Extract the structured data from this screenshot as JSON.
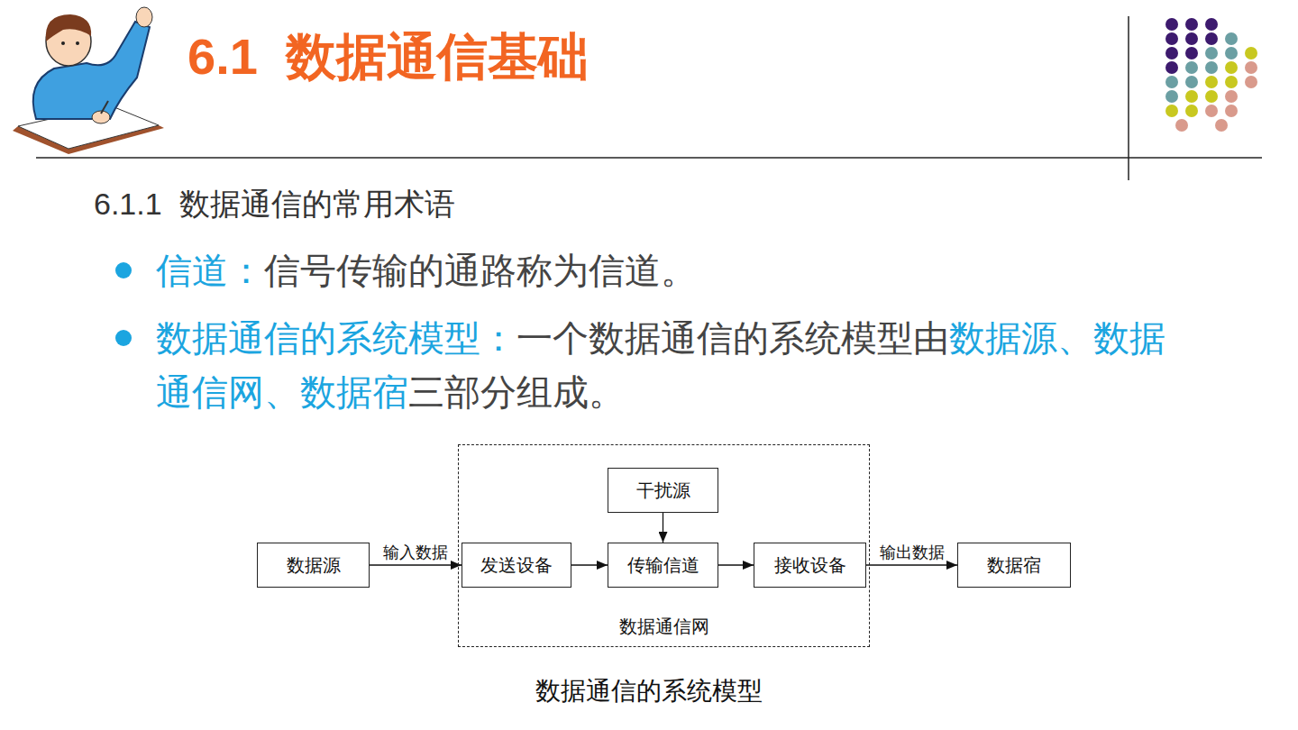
{
  "diagram": {
    "title": "6.1  数据通信基础",
    "caption": "数据通信的系统模型",
    "nodes": [
      {
        "text": [
          "数据源"
        ]
      },
      {
        "text": [
          "数据通信网"
        ]
      },
      {
        "text": [
          "干扰源"
        ],
        "in": 1
      },
      {
        "text": [
          "发送设备"
        ],
        "in": 1
      },
      {
        "text": [
          "传输信道"
        ],
        "in": 1
      },
      {
        "text": [
          "接收设备"
        ],
        "in": 1
      },
      {
        "text": [
          "数据宿"
        ]
      }
    ],
    "edges": [
      {
        "from": 0,
        "to": 3,
        "label": "输入数据",
        "arrow": "to"
      },
      {
        "from": 3,
        "to": 4,
        "arrow": "to"
      },
      {
        "from": 2,
        "to": 4,
        "arrow": "to"
      },
      {
        "from": 4,
        "to": 5,
        "arrow": "to"
      },
      {
        "from": 5,
        "to": 6,
        "label": "输出数据",
        "arrow": "to"
      }
    ],
    "labels": [
      "6.1.1  数据通信的常用术语",
      "信道：",
      "信号传输的通路称为信道。",
      "数据通信的系统模型：",
      "一个数据通信的系统模型由",
      "数据源、数据通信网、数据宿",
      "三部分组成。"
    ]
  }
}
